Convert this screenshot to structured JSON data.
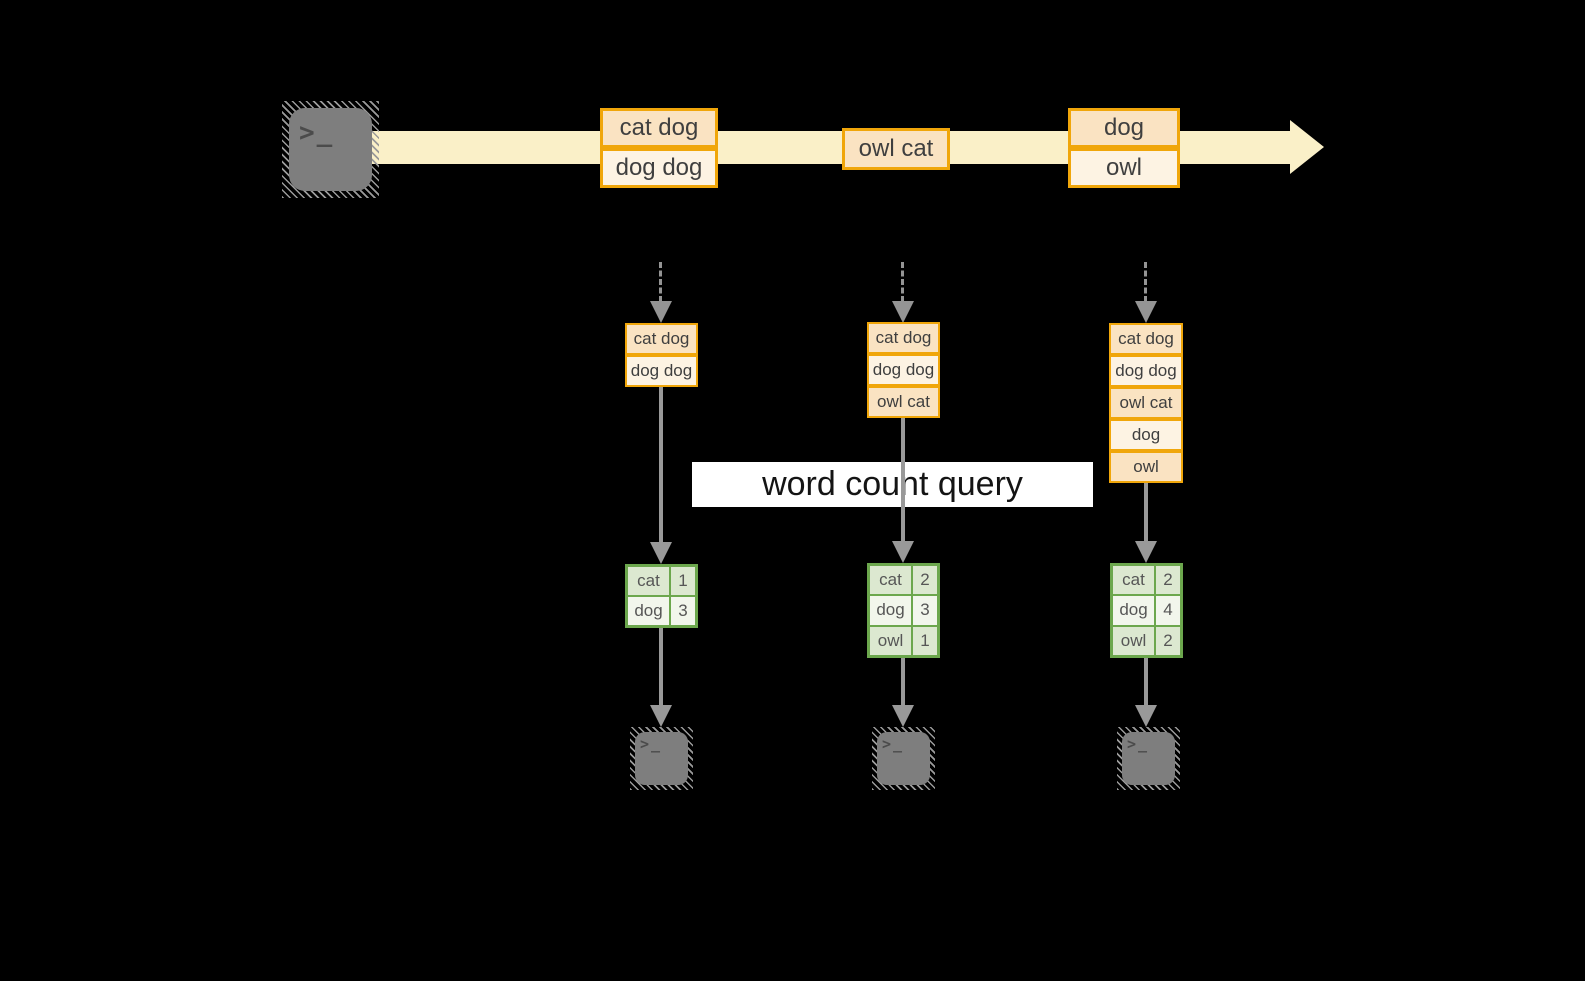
{
  "background": "#000000",
  "palette": {
    "stream_band": "#FAF0C8",
    "event_border": "#F0A60A",
    "event_fill_dark": "#FAE3C2",
    "event_fill_light": "#FDF3E3",
    "table_border": "#6CA74D",
    "table_fill_dark": "#DCE8D0",
    "table_fill_light": "#F2F6EC",
    "arrow_gray": "#999999",
    "terminal_gray": "#7E7E7E",
    "query_band_bg": "#FFFFFF"
  },
  "source": {
    "icon": "terminal-icon",
    "prompt_glyph": ">_"
  },
  "stream": {
    "batches": [
      {
        "events": [
          "cat dog",
          "dog dog"
        ]
      },
      {
        "events": [
          "owl cat"
        ]
      },
      {
        "events": [
          "dog",
          "owl"
        ]
      }
    ]
  },
  "query": {
    "label": "word count query"
  },
  "columns": [
    {
      "state": [
        "cat dog",
        "dog dog"
      ],
      "result": [
        {
          "word": "cat",
          "count": "1"
        },
        {
          "word": "dog",
          "count": "3"
        }
      ],
      "sink": {
        "icon": "terminal-icon",
        "prompt_glyph": ">_"
      }
    },
    {
      "state": [
        "cat dog",
        "dog dog",
        "owl cat"
      ],
      "result": [
        {
          "word": "cat",
          "count": "2"
        },
        {
          "word": "dog",
          "count": "3"
        },
        {
          "word": "owl",
          "count": "1"
        }
      ],
      "sink": {
        "icon": "terminal-icon",
        "prompt_glyph": ">_"
      }
    },
    {
      "state": [
        "cat dog",
        "dog dog",
        "owl cat",
        "dog",
        "owl"
      ],
      "result": [
        {
          "word": "cat",
          "count": "2"
        },
        {
          "word": "dog",
          "count": "4"
        },
        {
          "word": "owl",
          "count": "2"
        }
      ],
      "sink": {
        "icon": "terminal-icon",
        "prompt_glyph": ">_"
      }
    }
  ]
}
